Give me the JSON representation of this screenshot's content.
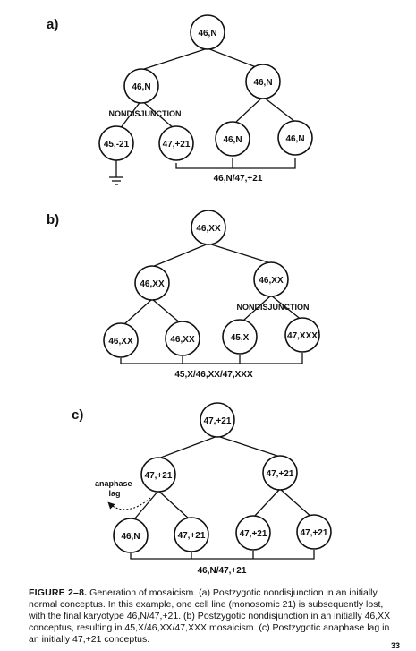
{
  "panels": [
    {
      "label": "a)",
      "nodes": {
        "root": "46,N",
        "l": "46,N",
        "r": "46,N",
        "ll": "45,-21",
        "lr": "47,+21",
        "rl": "46,N",
        "rr": "46,N"
      },
      "annotation": "NONDISJUNCTION",
      "bracket_label": "46,N/47,+21"
    },
    {
      "label": "b)",
      "nodes": {
        "root": "46,XX",
        "l": "46,XX",
        "r": "46,XX",
        "ll": "46,XX",
        "lr": "46,XX",
        "rl": "45,X",
        "rr": "47,XXX"
      },
      "annotation": "NONDISJUNCTION",
      "bracket_label": "45,X/46,XX/47,XXX"
    },
    {
      "label": "c)",
      "nodes": {
        "root": "47,+21",
        "l": "47,+21",
        "r": "47,+21",
        "ll": "46,N",
        "lr": "47,+21",
        "rl": "47,+21",
        "rr": "47,+21"
      },
      "annotation": "anaphase lag",
      "bracket_label": "46,N/47,+21"
    }
  ],
  "caption": {
    "head": "FIGURE 2–8.",
    "text": "Generation of mosaicism. (a) Postzygotic nondisjunction in an initially normal conceptus. In this example, one cell line (monosomic 21) is subsequently lost, with the final karyotype 46,N/47,+21. (b) Postzygotic nondisjunction in an initially 46,XX conceptus, resulting in 45,X/46,XX/47,XXX mosaicism. (c) Postzygotic anaphase lag in an initially 47,+21 conceptus."
  },
  "page_number": "33"
}
